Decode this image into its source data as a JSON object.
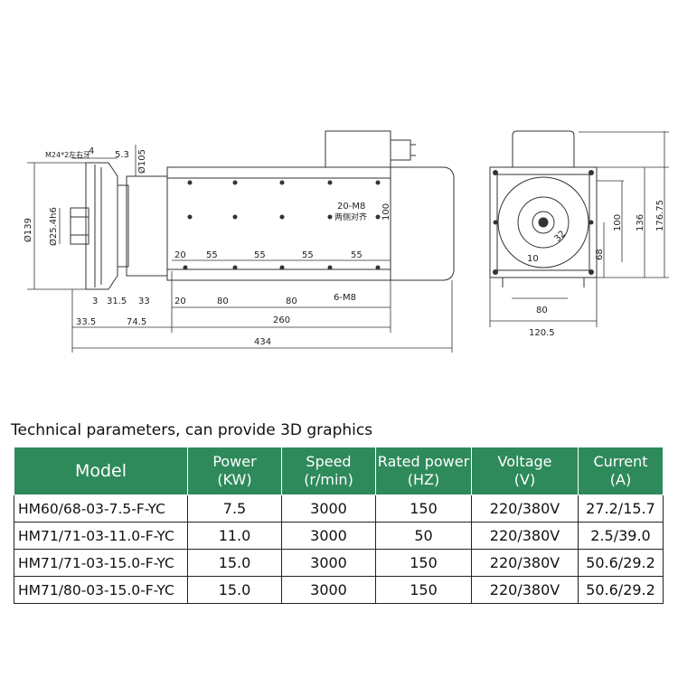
{
  "drawing": {
    "side_view_labels": {
      "thread": "M24*2左右牙",
      "d4": "4",
      "d5_3": "5.3",
      "dia105": "Ø105",
      "dia139": "Ø139",
      "dia25": "Ø25.4h6",
      "d100": "100",
      "hole_top": "20-M8",
      "hole_top_note": "两侧对齐",
      "t20": "20",
      "t55a": "55",
      "t55b": "55",
      "t55c": "55",
      "t55d": "55",
      "b3": "3",
      "b31_5": "31.5",
      "b33": "33",
      "b20": "20",
      "b80a": "80",
      "b80b": "80",
      "hole_bottom": "6-M8",
      "b33_5": "33.5",
      "b74_5": "74.5",
      "b260": "260",
      "b434": "434"
    },
    "front_view_labels": {
      "r100": "100",
      "r136": "136",
      "r176_75": "176.75",
      "r68": "68",
      "r32": "32",
      "r10": "10",
      "r80": "80",
      "r120_5": "120.5"
    }
  },
  "heading": "Technical parameters, can provide 3D graphics",
  "table": {
    "headers": [
      {
        "line1": "Model",
        "line2": ""
      },
      {
        "line1": "Power",
        "line2": "(KW)"
      },
      {
        "line1": "Speed",
        "line2": "(r/min)"
      },
      {
        "line1": "Rated power",
        "line2": "(HZ)"
      },
      {
        "line1": "Voltage",
        "line2": "(V)"
      },
      {
        "line1": "Current",
        "line2": "(A)"
      }
    ],
    "rows": [
      [
        "HM60/68-03-7.5-F-YC",
        "7.5",
        "3000",
        "150",
        "220/380V",
        "27.2/15.7"
      ],
      [
        "HM71/71-03-11.0-F-YC",
        "11.0",
        "3000",
        "50",
        "220/380V",
        "2.5/39.0"
      ],
      [
        "HM71/71-03-15.0-F-YC",
        "15.0",
        "3000",
        "150",
        "220/380V",
        "50.6/29.2"
      ],
      [
        "HM71/80-03-15.0-F-YC",
        "15.0",
        "3000",
        "150",
        "220/380V",
        "50.6/29.2"
      ]
    ],
    "colors": {
      "header_bg": "#2e8a5b",
      "header_text": "#ffffff",
      "border": "#222222"
    }
  }
}
